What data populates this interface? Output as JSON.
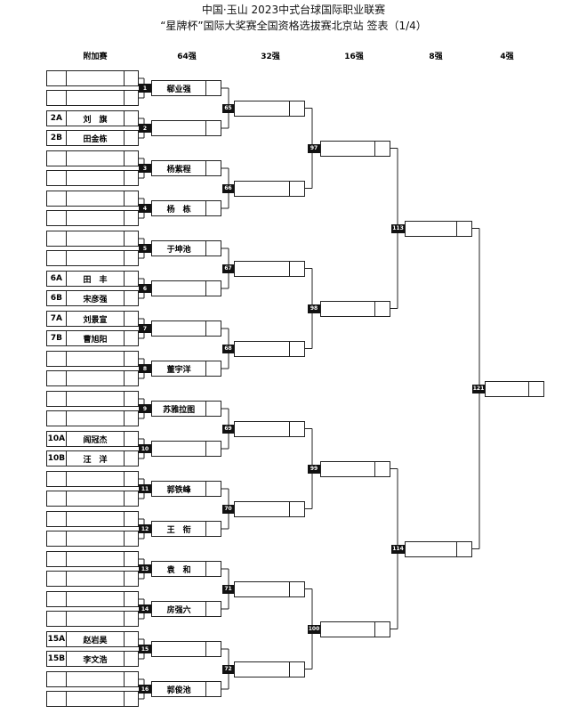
{
  "title_line1": "中国·玉山 2023中式台球国际职业联赛",
  "title_line2": "“星牌杯”国际大奖赛全国资格选拔赛北京站  签表（1/4）",
  "headers": [
    "附加赛",
    "64强",
    "32强",
    "16强",
    "8强",
    "4强"
  ],
  "prelim": [
    [
      {
        "label": "",
        "name": ""
      },
      {
        "label": "",
        "name": ""
      }
    ],
    [
      {
        "label": "2A",
        "name": "刘　旗"
      },
      {
        "label": "2B",
        "name": "田金栋"
      }
    ],
    [
      {
        "label": "",
        "name": ""
      },
      {
        "label": "",
        "name": ""
      }
    ],
    [
      {
        "label": "",
        "name": ""
      },
      {
        "label": "",
        "name": ""
      }
    ],
    [
      {
        "label": "",
        "name": ""
      },
      {
        "label": "",
        "name": ""
      }
    ],
    [
      {
        "label": "6A",
        "name": "田　丰"
      },
      {
        "label": "6B",
        "name": "宋彦强"
      }
    ],
    [
      {
        "label": "7A",
        "name": "刘景宣"
      },
      {
        "label": "7B",
        "name": "曹旭阳"
      }
    ],
    [
      {
        "label": "",
        "name": ""
      },
      {
        "label": "",
        "name": ""
      }
    ],
    [
      {
        "label": "",
        "name": ""
      },
      {
        "label": "",
        "name": ""
      }
    ],
    [
      {
        "label": "10A",
        "name": "阎冠杰"
      },
      {
        "label": "10B",
        "name": "汪　洋"
      }
    ],
    [
      {
        "label": "",
        "name": ""
      },
      {
        "label": "",
        "name": ""
      }
    ],
    [
      {
        "label": "",
        "name": ""
      },
      {
        "label": "",
        "name": ""
      }
    ],
    [
      {
        "label": "",
        "name": ""
      },
      {
        "label": "",
        "name": ""
      }
    ],
    [
      {
        "label": "",
        "name": ""
      },
      {
        "label": "",
        "name": ""
      }
    ],
    [
      {
        "label": "15A",
        "name": "赵岩昊"
      },
      {
        "label": "15B",
        "name": "李文浩"
      }
    ],
    [
      {
        "label": "",
        "name": ""
      },
      {
        "label": "",
        "name": ""
      }
    ]
  ],
  "round64": [
    {
      "no": "1",
      "name": "郗业强"
    },
    {
      "no": "2",
      "name": ""
    },
    {
      "no": "3",
      "name": "杨紫程"
    },
    {
      "no": "4",
      "name": "杨　栋"
    },
    {
      "no": "5",
      "name": "于坤池"
    },
    {
      "no": "6",
      "name": ""
    },
    {
      "no": "7",
      "name": ""
    },
    {
      "no": "8",
      "name": "董宇洋"
    },
    {
      "no": "9",
      "name": "苏雅拉图"
    },
    {
      "no": "10",
      "name": ""
    },
    {
      "no": "11",
      "name": "郭铁峰"
    },
    {
      "no": "12",
      "name": "王　衔"
    },
    {
      "no": "13",
      "name": "袁　和"
    },
    {
      "no": "14",
      "name": "房强六"
    },
    {
      "no": "15",
      "name": ""
    },
    {
      "no": "16",
      "name": "郭俊池"
    }
  ],
  "round32": [
    "65",
    "66",
    "67",
    "68",
    "69",
    "70",
    "71",
    "72"
  ],
  "round16": [
    "97",
    "98",
    "99",
    "100"
  ],
  "round8": [
    "113",
    "114"
  ],
  "round4": [
    "121"
  ]
}
